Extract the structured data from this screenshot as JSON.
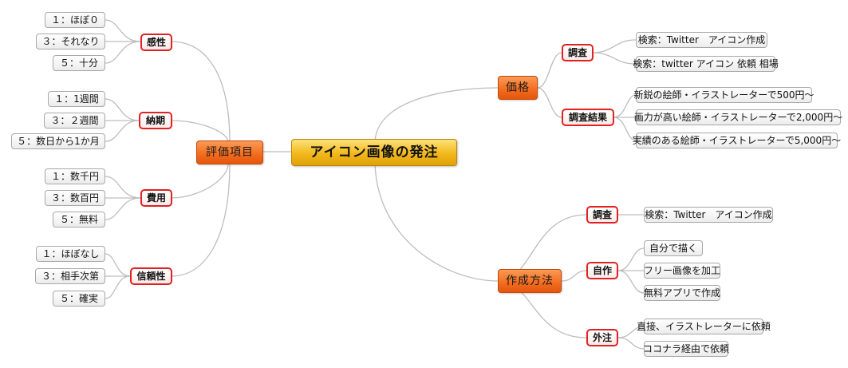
{
  "central": {
    "label": "アイコン画像の発注"
  },
  "left": {
    "label": "評価項目",
    "groups": [
      {
        "label": "感性",
        "items": [
          "１：ほぼ０",
          "３：それなり",
          "５：十分"
        ]
      },
      {
        "label": "納期",
        "items": [
          "１：1週間",
          "３：２週間",
          "５：数日から1か月"
        ]
      },
      {
        "label": "費用",
        "items": [
          "１：数千円",
          "３：数百円",
          "５：無料"
        ]
      },
      {
        "label": "信頼性",
        "items": [
          "１：ほぼなし",
          "３：相手次第",
          "５：確実"
        ]
      }
    ]
  },
  "price": {
    "label": "価格",
    "groups": [
      {
        "label": "調査",
        "items": [
          "検索：Twitter　アイコン作成",
          "検索：twitter アイコン 依頼 相場"
        ]
      },
      {
        "label": "調査結果",
        "items": [
          "新鋭の絵師・イラストレーターで500円～",
          "画力が高い絵師・イラストレーターで2,000円～",
          "実績のある絵師・イラストレーターで5,000円～"
        ]
      }
    ]
  },
  "method": {
    "label": "作成方法",
    "groups": [
      {
        "label": "調査",
        "items": [
          "検索：Twitter　アイコン作成"
        ]
      },
      {
        "label": "自作",
        "items": [
          "自分で描く",
          "フリー画像を加工",
          "無料アプリで作成"
        ]
      },
      {
        "label": "外注",
        "items": [
          "直接、イラストレーターに依頼",
          "ココナラ経由で依頼"
        ]
      }
    ]
  },
  "colors": {
    "central": "#f2b81b",
    "main_branch": "#f26b1d",
    "sub_border": "#e02222",
    "leaf_border": "#a8a8a8",
    "connector": "#bdbdbd"
  }
}
